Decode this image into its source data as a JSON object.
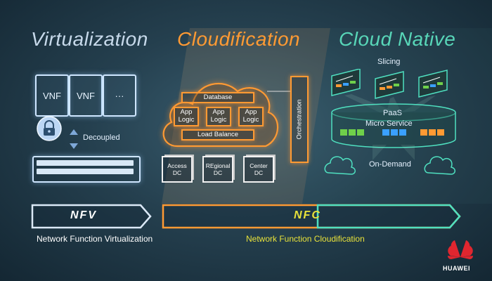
{
  "headings": {
    "virtualization": "Virtualization",
    "cloudification": "Cloudification",
    "cloud_native": "Cloud Native"
  },
  "virtualization": {
    "vnf_boxes": [
      "VNF",
      "VNF",
      "···"
    ],
    "decoupled": "Decoupled"
  },
  "cloudification": {
    "database": "Database",
    "app_logic": [
      "App\nLogic",
      "App\nLogic",
      "App\nLogic"
    ],
    "load_balance": "Load Balance",
    "orchestration": "Orchestration",
    "dcs": [
      "Access\nDC",
      "REgional\nDC",
      "Center\nDC"
    ]
  },
  "cloud_native": {
    "slicing": "Slicing",
    "paas": "PaaS",
    "micro_service": "Micro Service",
    "on_demand": "On-Demand"
  },
  "bottom": {
    "nfv": "NFV",
    "nfv_caption": "Network Function Virtualization",
    "nfc": "NFC",
    "nfc_caption": "Network Function Cloudification"
  },
  "brand": {
    "name": "HUAWEI"
  },
  "colors": {
    "orange": "#ff9a33",
    "teal": "#4fe0c0",
    "yellow": "#e8e23a",
    "light": "#dbe9f7"
  }
}
